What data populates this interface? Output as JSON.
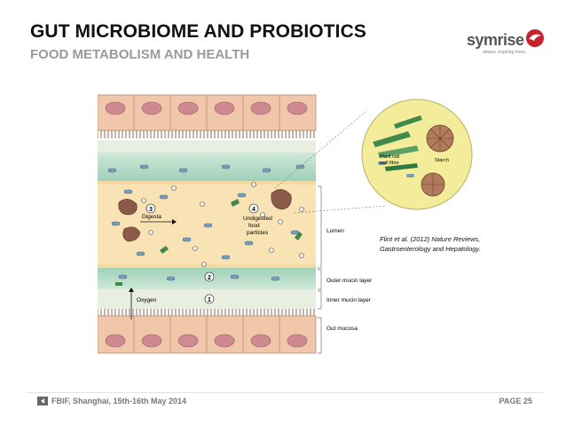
{
  "slide": {
    "title": "GUT MICROBIOME AND PROBIOTICS",
    "subtitle": "FOOD METABOLISM AND HEALTH"
  },
  "logo": {
    "wordmark": "symrise",
    "tagline": "always inspiring more..."
  },
  "diagram": {
    "labels": {
      "lumen": "Lumen",
      "outer_mucin": "Outer mucin layer",
      "inner_mucin": "Inner mucin layer",
      "gut_mucosa": "Gut mucosa",
      "oxygen": "Oxygen",
      "digesta": "Digesta",
      "undigested_line1": "Undigested",
      "undigested_line2": "food",
      "undigested_line3": "particles"
    },
    "markers": [
      "1",
      "2",
      "3",
      "4"
    ],
    "inset": {
      "plant_cell_line1": "Plant cell",
      "plant_cell_line2": "wall fibre",
      "starch": "Starch"
    }
  },
  "citation": {
    "line1": "Flint et al. (2012) Nature Reviews,",
    "line2": "Gastroenterology and Hepatology."
  },
  "footer": {
    "event": "FBIF, Shanghai, 15th-16th May 2014",
    "page": "PAGE 25"
  },
  "colors": {
    "title": "#111111",
    "subtitle": "#9a9a9a",
    "cell_fill": "#f1c7ac",
    "nucleus": "#cf8a91",
    "lumen": "#f9e3b4",
    "mucin": "#b8dcc9",
    "logo_red": "#c8232c"
  }
}
